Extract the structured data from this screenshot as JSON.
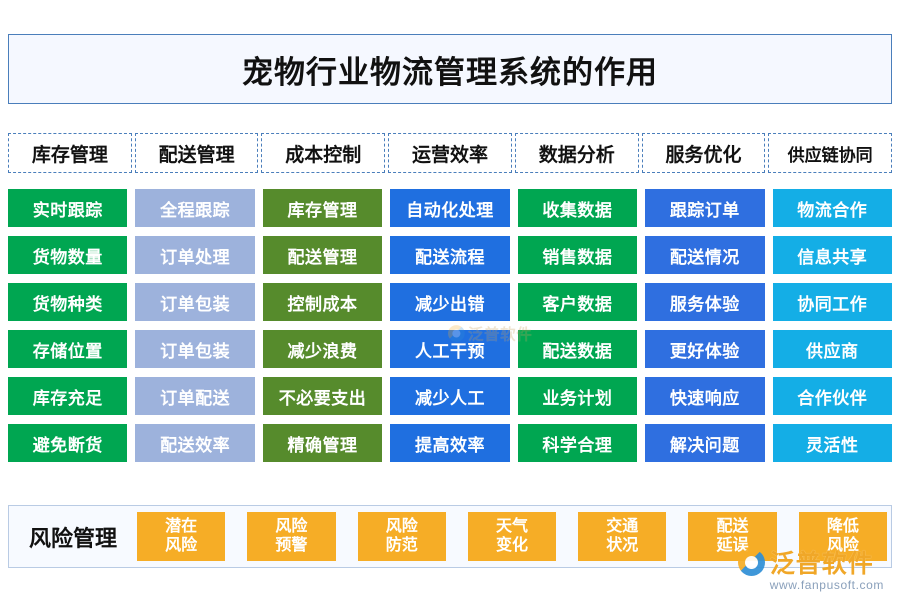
{
  "title": "宠物行业物流管理系统的作用",
  "headers": [
    {
      "label": "库存管理"
    },
    {
      "label": "配送管理"
    },
    {
      "label": "成本控制"
    },
    {
      "label": "运营效率"
    },
    {
      "label": "数据分析"
    },
    {
      "label": "服务优化"
    },
    {
      "label": "供应链协同"
    }
  ],
  "columns": [
    {
      "category": "库存管理",
      "color": "#00a651",
      "items": [
        "实时跟踪",
        "货物数量",
        "货物种类",
        "存储位置",
        "库存充足",
        "避免断货"
      ]
    },
    {
      "category": "配送管理",
      "color": "#9db2dc",
      "items": [
        "全程跟踪",
        "订单处理",
        "订单包装",
        "订单包装",
        "订单配送",
        "配送效率"
      ]
    },
    {
      "category": "成本控制",
      "color": "#568b2c",
      "items": [
        "库存管理",
        "配送管理",
        "控制成本",
        "减少浪费",
        "不必要支出",
        "精确管理"
      ]
    },
    {
      "category": "运营效率",
      "color": "#1f6fe0",
      "items": [
        "自动化处理",
        "配送流程",
        "减少出错",
        "人工干预",
        "减少人工",
        "提高效率"
      ]
    },
    {
      "category": "数据分析",
      "color": "#00a651",
      "items": [
        "收集数据",
        "销售数据",
        "客户数据",
        "配送数据",
        "业务计划",
        "科学合理"
      ]
    },
    {
      "category": "服务优化",
      "color": "#2f6fe0",
      "items": [
        "跟踪订单",
        "配送情况",
        "服务体验",
        "更好体验",
        "快速响应",
        "解决问题"
      ]
    },
    {
      "category": "供应链协同",
      "color": "#14aee6",
      "items": [
        "物流合作",
        "信息共享",
        "协同工作",
        "供应商",
        "合作伙伴",
        "灵活性"
      ]
    }
  ],
  "risk": {
    "label": "风险管理",
    "color": "#f6ad26",
    "items": [
      {
        "line1": "潜在",
        "line2": "风险"
      },
      {
        "line1": "风险",
        "line2": "预警"
      },
      {
        "line1": "风险",
        "line2": "防范"
      },
      {
        "line1": "天气",
        "line2": "变化"
      },
      {
        "line1": "交通",
        "line2": "状况"
      },
      {
        "line1": "配送",
        "line2": "延误"
      },
      {
        "line1": "降低",
        "line2": "风险"
      }
    ]
  },
  "watermark": {
    "brand": "泛普软件",
    "url": "www.fanpusoft.com"
  },
  "theme": {
    "title_border": "#4a7ebb",
    "title_bg": "#f5f8ff",
    "header_border": "#4a7ebb",
    "risk_bg": "#f7faff",
    "risk_border": "#b9cbe4"
  }
}
